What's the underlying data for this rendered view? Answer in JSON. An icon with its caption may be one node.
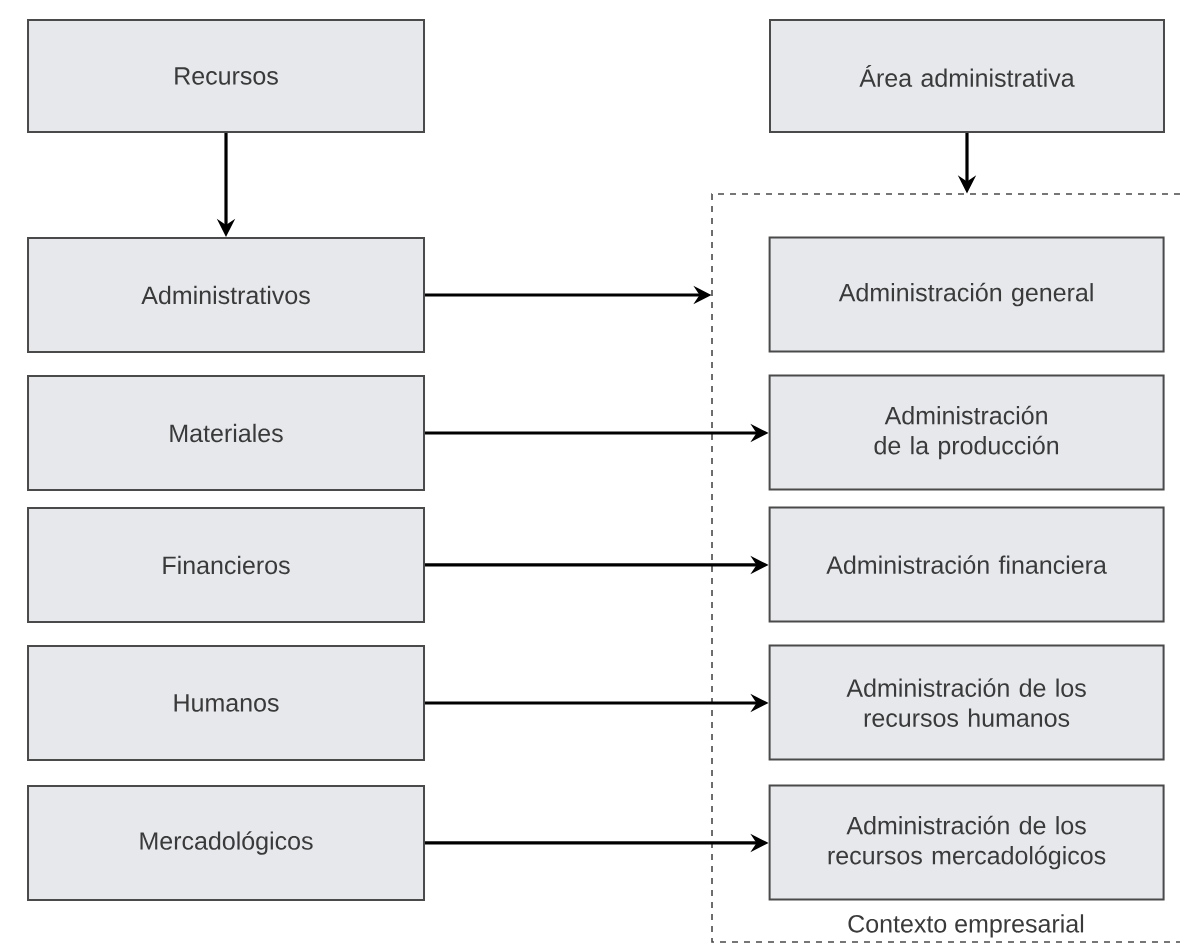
{
  "diagram": {
    "nodes": [
      {
        "text": [
          "Recursos"
        ]
      },
      {
        "text": [
          "Área administrativa"
        ]
      },
      {
        "text": [
          "Administrativos"
        ]
      },
      {
        "text": [
          "Contexto empresarial"
        ]
      },
      {
        "text": [
          "Administración general"
        ],
        "in": 3
      },
      {
        "text": [
          "Materiales"
        ]
      },
      {
        "text": [
          "Administración de la producción"
        ],
        "in": 3
      },
      {
        "text": [
          "Financieros"
        ]
      },
      {
        "text": [
          "Administración financiera"
        ],
        "in": 3
      },
      {
        "text": [
          "Humanos"
        ]
      },
      {
        "text": [
          "Administración de los recursos humanos"
        ],
        "in": 3
      },
      {
        "text": [
          "Mercadológicos"
        ]
      },
      {
        "text": [
          "Administración de los recursos mercadológicos"
        ],
        "in": 3
      }
    ],
    "edges": [
      {
        "from": 0,
        "to": 2,
        "arrow": "to"
      },
      {
        "from": 1,
        "to": 3,
        "arrow": "to"
      },
      {
        "from": 2,
        "to": 3,
        "arrow": "to"
      },
      {
        "from": 5,
        "to": 6,
        "arrow": "to"
      },
      {
        "from": 7,
        "to": 8,
        "arrow": "to"
      },
      {
        "from": 9,
        "to": 10,
        "arrow": "to"
      },
      {
        "from": 11,
        "to": 12,
        "arrow": "to"
      }
    ]
  }
}
